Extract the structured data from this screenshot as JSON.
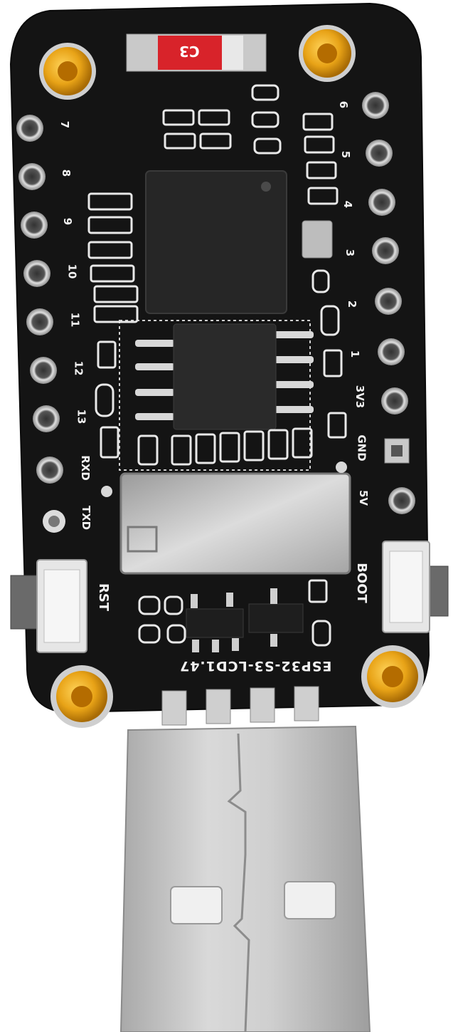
{
  "board": {
    "model_label": "ESP32-S3-LCD1.47",
    "component_label": "C3",
    "left_pins": [
      "7",
      "8",
      "9",
      "10",
      "11",
      "12",
      "13",
      "RXD",
      "TXD"
    ],
    "right_pins": [
      "6",
      "5",
      "4",
      "3",
      "2",
      "1",
      "3V3",
      "GND",
      "5V"
    ],
    "left_button": "RST",
    "right_button": "BOOT"
  },
  "colors": {
    "pcb": "#141414",
    "silkscreen": "#f2f2f2",
    "gold": "#e8a317",
    "metal": "#c9c9c9",
    "red_component": "#d8232a"
  }
}
